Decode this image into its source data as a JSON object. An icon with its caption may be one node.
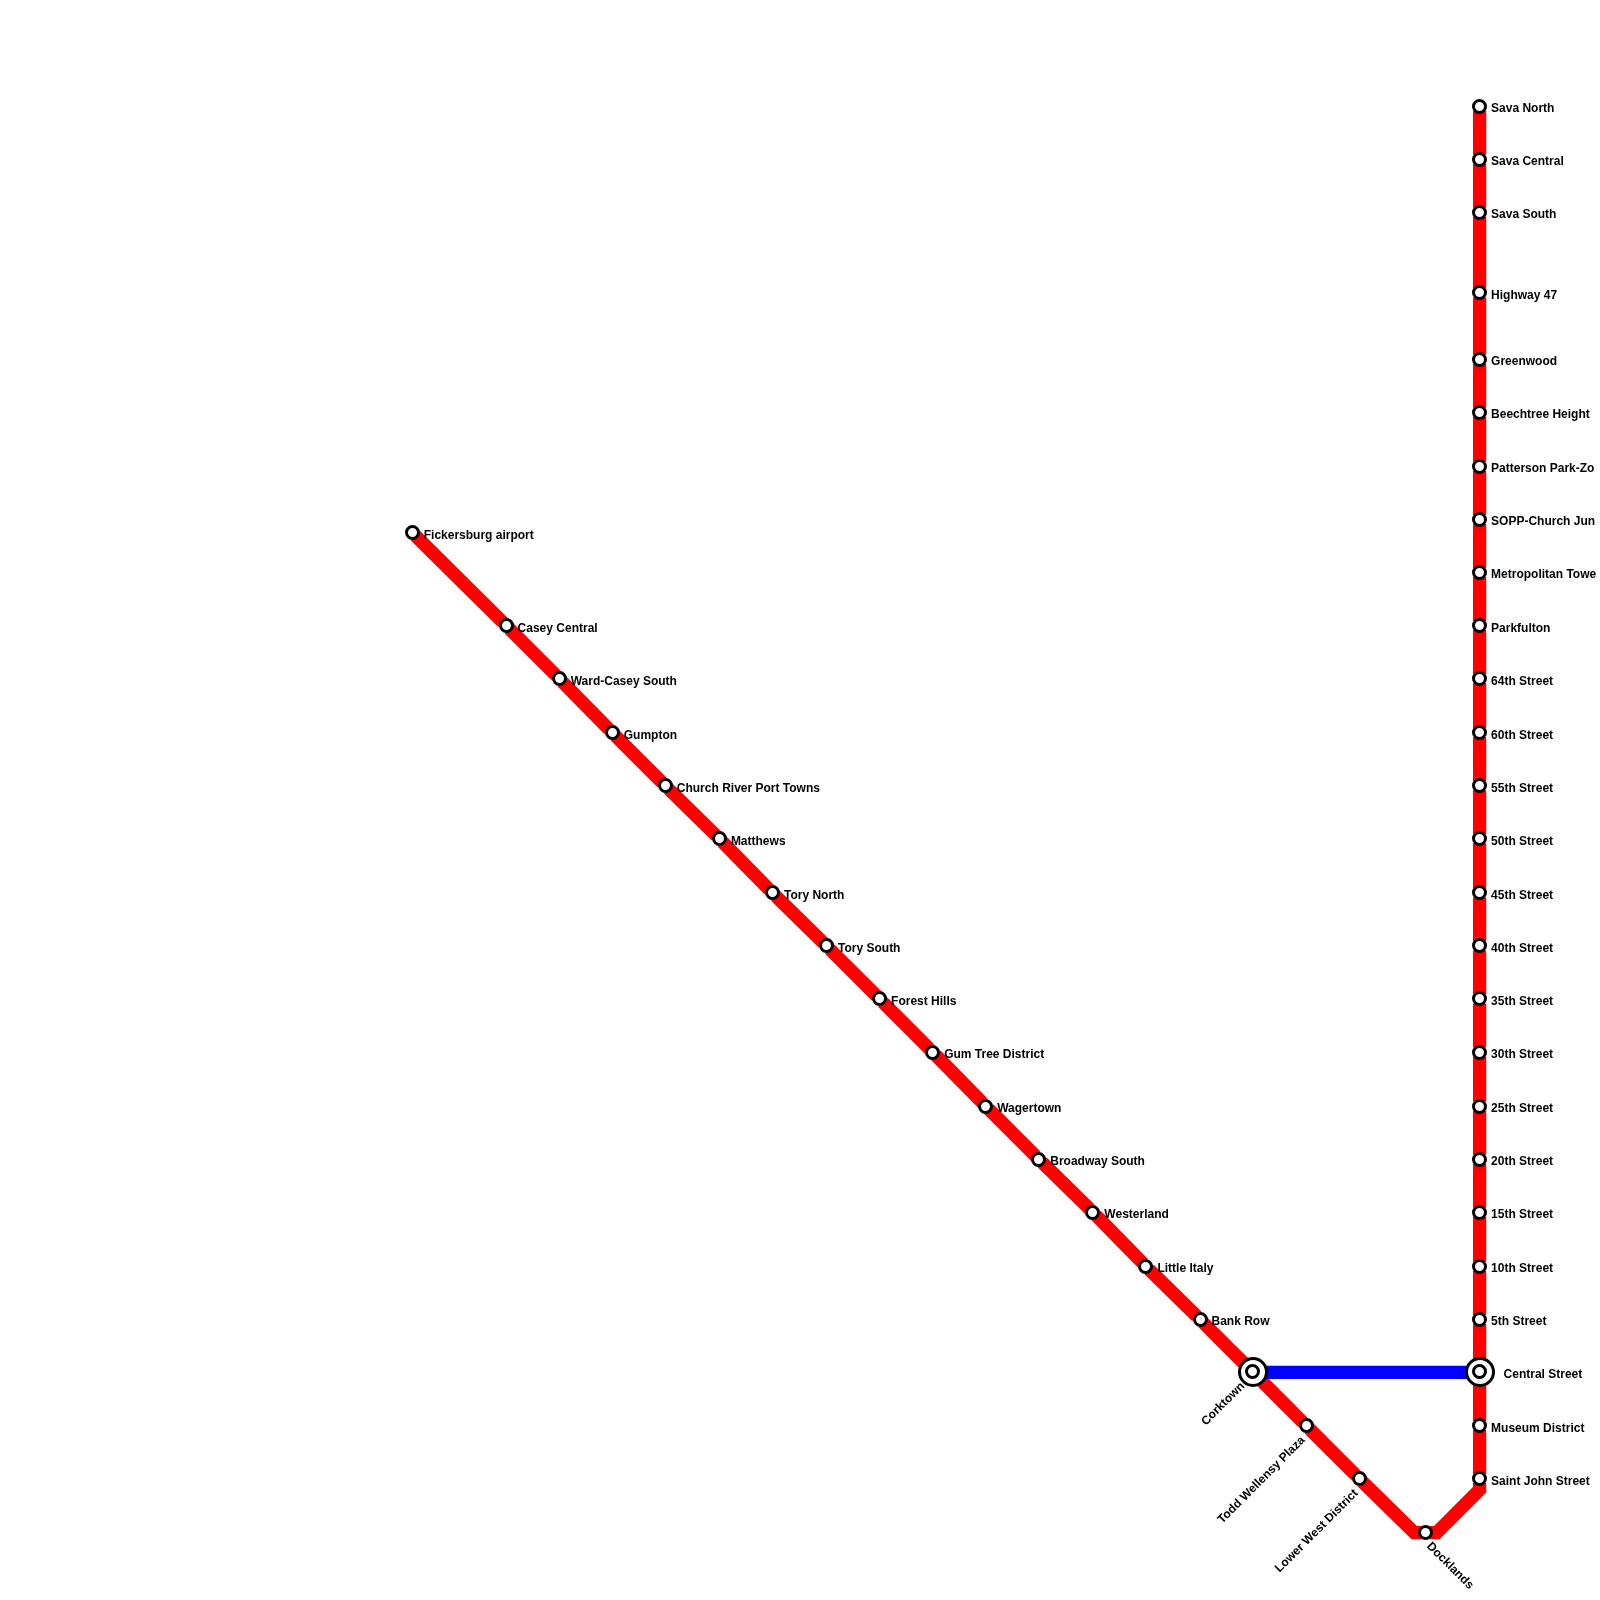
{
  "diagram": {
    "nodes": [
      {
        "text": [
          "Fickersburg airport"
        ]
      },
      {
        "text": [
          "Casey Central"
        ]
      },
      {
        "text": [
          "Ward-Casey South"
        ]
      },
      {
        "text": [
          "Gumpton"
        ]
      },
      {
        "text": [
          "Church River Port Towns"
        ]
      },
      {
        "text": [
          "Matthews"
        ]
      },
      {
        "text": [
          "Tory North"
        ]
      },
      {
        "text": [
          "Tory South"
        ]
      },
      {
        "text": [
          "Forest Hills"
        ]
      },
      {
        "text": [
          "Gum Tree District"
        ]
      },
      {
        "text": [
          "Wagertown"
        ]
      },
      {
        "text": [
          "Broadway South"
        ]
      },
      {
        "text": [
          "Westerland"
        ]
      },
      {
        "text": [
          "Little Italy"
        ]
      },
      {
        "text": [
          "Bank Row"
        ]
      },
      {
        "text": [
          "Corktown"
        ]
      },
      {
        "text": [
          "Todd Wellensy Plaza"
        ]
      },
      {
        "text": [
          "Lower West District"
        ]
      },
      {
        "text": [
          "Docklands"
        ]
      },
      {
        "text": [
          "Sava North"
        ]
      },
      {
        "text": [
          "Sava Central"
        ]
      },
      {
        "text": [
          "Sava South"
        ]
      },
      {
        "text": [
          "Highway 47"
        ]
      },
      {
        "text": [
          "Greenwood"
        ]
      },
      {
        "text": [
          "Beechtree Height"
        ]
      },
      {
        "text": [
          "Patterson Park-Zo"
        ]
      },
      {
        "text": [
          "SOPP-Church Jun"
        ]
      },
      {
        "text": [
          "Metropolitan Towe"
        ]
      },
      {
        "text": [
          "Parkfulton"
        ]
      },
      {
        "text": [
          "64th Street"
        ]
      },
      {
        "text": [
          "60th Street"
        ]
      },
      {
        "text": [
          "55th Street"
        ]
      },
      {
        "text": [
          "50th Street"
        ]
      },
      {
        "text": [
          "45th Street"
        ]
      },
      {
        "text": [
          "40th Street"
        ]
      },
      {
        "text": [
          "35th Street"
        ]
      },
      {
        "text": [
          "30th Street"
        ]
      },
      {
        "text": [
          "25th Street"
        ]
      },
      {
        "text": [
          "20th Street"
        ]
      },
      {
        "text": [
          "15th Street"
        ]
      },
      {
        "text": [
          "10th Street"
        ]
      },
      {
        "text": [
          "5th Street"
        ]
      },
      {
        "text": [
          "Central Street"
        ]
      },
      {
        "text": [
          "Museum District"
        ]
      },
      {
        "text": [
          "Saint John Street"
        ]
      }
    ],
    "edges": [
      {
        "from": 0,
        "to": 1,
        "arrow": "none"
      },
      {
        "from": 1,
        "to": 2,
        "arrow": "none"
      },
      {
        "from": 2,
        "to": 3,
        "arrow": "none"
      },
      {
        "from": 3,
        "to": 4,
        "arrow": "none"
      },
      {
        "from": 4,
        "to": 5,
        "arrow": "none"
      },
      {
        "from": 5,
        "to": 6,
        "arrow": "none"
      },
      {
        "from": 6,
        "to": 7,
        "arrow": "none"
      },
      {
        "from": 7,
        "to": 8,
        "arrow": "none"
      },
      {
        "from": 8,
        "to": 9,
        "arrow": "none"
      },
      {
        "from": 9,
        "to": 10,
        "arrow": "none"
      },
      {
        "from": 10,
        "to": 11,
        "arrow": "none"
      },
      {
        "from": 11,
        "to": 12,
        "arrow": "none"
      },
      {
        "from": 12,
        "to": 13,
        "arrow": "none"
      },
      {
        "from": 13,
        "to": 14,
        "arrow": "none"
      },
      {
        "from": 14,
        "to": 15,
        "arrow": "none"
      },
      {
        "from": 15,
        "to": 16,
        "arrow": "none"
      },
      {
        "from": 16,
        "to": 17,
        "arrow": "none"
      },
      {
        "from": 17,
        "to": 18,
        "arrow": "none"
      },
      {
        "from": 18,
        "to": 44,
        "arrow": "none"
      },
      {
        "from": 19,
        "to": 20,
        "arrow": "none"
      },
      {
        "from": 20,
        "to": 21,
        "arrow": "none"
      },
      {
        "from": 21,
        "to": 22,
        "arrow": "none"
      },
      {
        "from": 22,
        "to": 23,
        "arrow": "none"
      },
      {
        "from": 23,
        "to": 24,
        "arrow": "none"
      },
      {
        "from": 24,
        "to": 25,
        "arrow": "none"
      },
      {
        "from": 25,
        "to": 26,
        "arrow": "none"
      },
      {
        "from": 26,
        "to": 27,
        "arrow": "none"
      },
      {
        "from": 27,
        "to": 28,
        "arrow": "none"
      },
      {
        "from": 28,
        "to": 29,
        "arrow": "none"
      },
      {
        "from": 29,
        "to": 30,
        "arrow": "none"
      },
      {
        "from": 30,
        "to": 31,
        "arrow": "none"
      },
      {
        "from": 31,
        "to": 32,
        "arrow": "none"
      },
      {
        "from": 32,
        "to": 33,
        "arrow": "none"
      },
      {
        "from": 33,
        "to": 34,
        "arrow": "none"
      },
      {
        "from": 34,
        "to": 35,
        "arrow": "none"
      },
      {
        "from": 35,
        "to": 36,
        "arrow": "none"
      },
      {
        "from": 36,
        "to": 37,
        "arrow": "none"
      },
      {
        "from": 37,
        "to": 38,
        "arrow": "none"
      },
      {
        "from": 38,
        "to": 39,
        "arrow": "none"
      },
      {
        "from": 39,
        "to": 40,
        "arrow": "none"
      },
      {
        "from": 40,
        "to": 41,
        "arrow": "none"
      },
      {
        "from": 41,
        "to": 42,
        "arrow": "none"
      },
      {
        "from": 42,
        "to": 43,
        "arrow": "none"
      },
      {
        "from": 43,
        "to": 44,
        "arrow": "none"
      },
      {
        "from": 15,
        "to": 42,
        "arrow": "none",
        "color": "#0000ff"
      }
    ]
  }
}
